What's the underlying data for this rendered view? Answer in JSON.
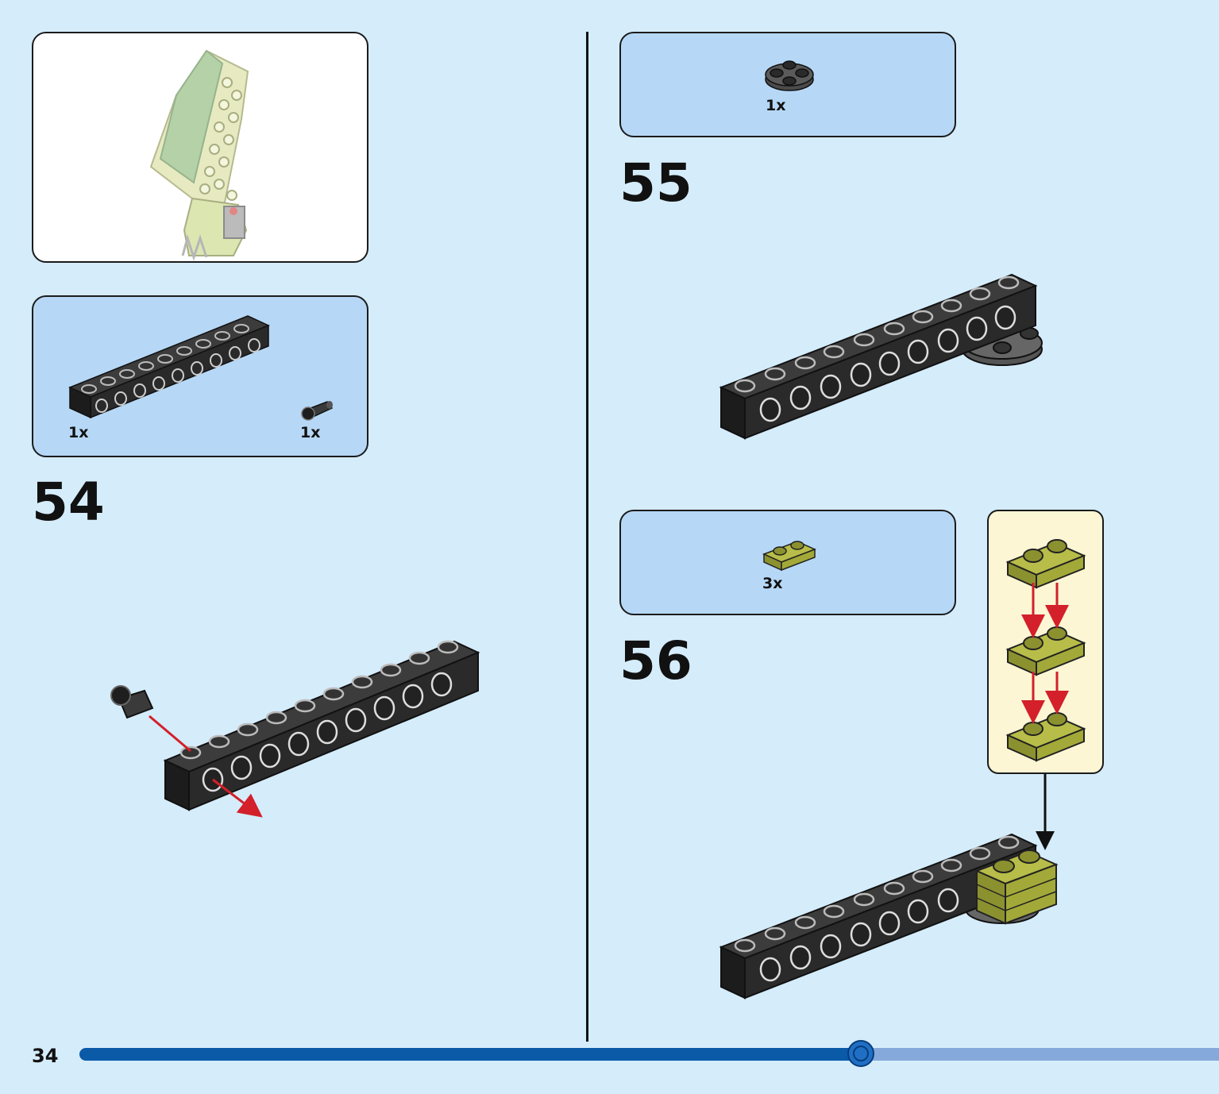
{
  "page": {
    "number": "34",
    "progress_fraction": 0.686
  },
  "colors": {
    "background": "#d5ecfb",
    "parts_box": "#b6d8f6",
    "submodel_box": "#fcf6d4",
    "brick_black": "#2a2a2a",
    "brick_olive": "#a3a938",
    "arrow_red": "#d3202a",
    "progress": "#0b5aa8",
    "progress_rest": "#86a9dc"
  },
  "steps": [
    {
      "number": "54",
      "parts": [
        {
          "icon": "technic-beam-11-icon",
          "qty": "1x"
        },
        {
          "icon": "technic-pin-icon",
          "qty": "1x"
        }
      ]
    },
    {
      "number": "55",
      "parts": [
        {
          "icon": "round-plate-2x2-icon",
          "qty": "1x"
        }
      ]
    },
    {
      "number": "56",
      "parts": [
        {
          "icon": "plate-1x2-olive-icon",
          "qty": "3x"
        }
      ]
    }
  ]
}
